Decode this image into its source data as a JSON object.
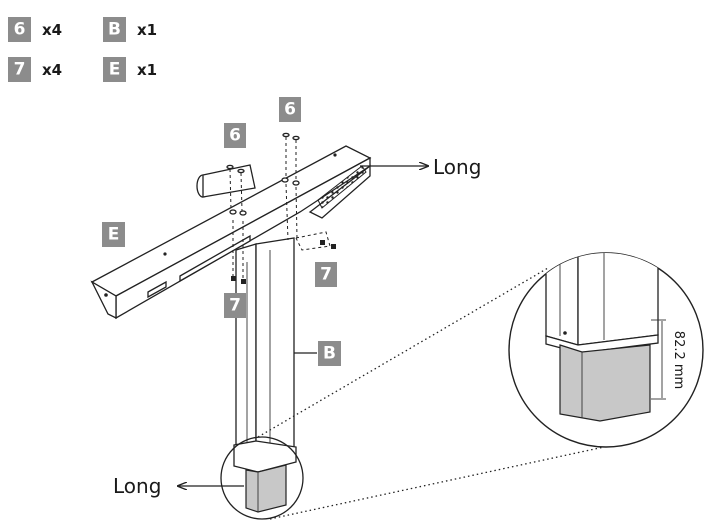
{
  "parts_list": [
    {
      "tag": "6",
      "qty": "x4"
    },
    {
      "tag": "B",
      "qty": "x1"
    },
    {
      "tag": "7",
      "qty": "x4"
    },
    {
      "tag": "E",
      "qty": "x1"
    }
  ],
  "callouts": {
    "screw_upper_left": "6",
    "screw_upper_right": "6",
    "nut_lower_left": "7",
    "nut_lower_right": "7",
    "bracket": "E",
    "leg": "B"
  },
  "directions": {
    "bracket_direction": "Long",
    "leg_direction": "Long"
  },
  "dimension": "82.2 mm",
  "colors": {
    "tag_fill": "#8c8c8c",
    "tube_shade": "#c8c8c8"
  }
}
